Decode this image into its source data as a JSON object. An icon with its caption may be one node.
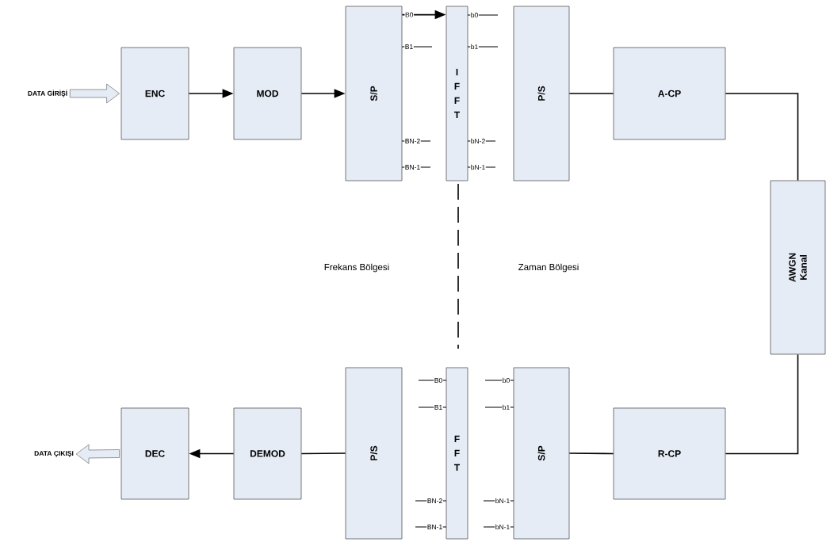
{
  "diagram": {
    "nodes": [
      {
        "text": [
          "DATA GİRİŞİ"
        ]
      },
      {
        "text": [
          "ENC"
        ]
      },
      {
        "text": [
          "MOD"
        ]
      },
      {
        "text": [
          "S/P"
        ],
        "beside": [
          "B1",
          "BN-2",
          "BN-1"
        ]
      },
      {
        "text": [
          "I F F T"
        ],
        "beside": [
          "b0",
          "b1",
          "bN-2",
          "bN-1"
        ]
      },
      {
        "text": [
          "P/S"
        ]
      },
      {
        "text": [
          "A-CP"
        ]
      },
      {
        "text": [
          "AWGN Kanal"
        ]
      },
      {
        "text": [
          "DATA ÇIKIŞI"
        ]
      },
      {
        "text": [
          "DEC"
        ]
      },
      {
        "text": [
          "DEMOD"
        ]
      },
      {
        "text": [
          "P/S"
        ]
      },
      {
        "text": [
          "F F T"
        ],
        "beside": [
          "B0",
          "B1",
          "BN-2",
          "BN-1"
        ]
      },
      {
        "text": [
          "S/P"
        ],
        "beside": [
          "b0",
          "b1",
          "bN-1",
          "bN-1"
        ]
      },
      {
        "text": [
          "R-CP"
        ]
      }
    ],
    "edges": [
      {
        "from": 0,
        "to": 1,
        "arrow": "to",
        "style": "thick"
      },
      {
        "from": 1,
        "to": 2,
        "arrow": "to"
      },
      {
        "from": 2,
        "to": 3,
        "arrow": "to"
      },
      {
        "from": 3,
        "to": 4,
        "arrow": "to",
        "label": "B0"
      },
      {
        "from": 5,
        "to": 6,
        "arrow": "none"
      },
      {
        "from": 6,
        "to": 7,
        "arrow": "none"
      },
      {
        "from": 7,
        "to": 14,
        "arrow": "none"
      },
      {
        "from": 14,
        "to": 13,
        "arrow": "none"
      },
      {
        "from": 11,
        "to": 10,
        "arrow": "none"
      },
      {
        "from": 10,
        "to": 9,
        "arrow": "to"
      },
      {
        "from": 9,
        "to": 8,
        "arrow": "to",
        "style": "thick"
      }
    ],
    "labels": [
      "Frekans Bölgesi",
      "Zaman Bölgesi"
    ]
  }
}
